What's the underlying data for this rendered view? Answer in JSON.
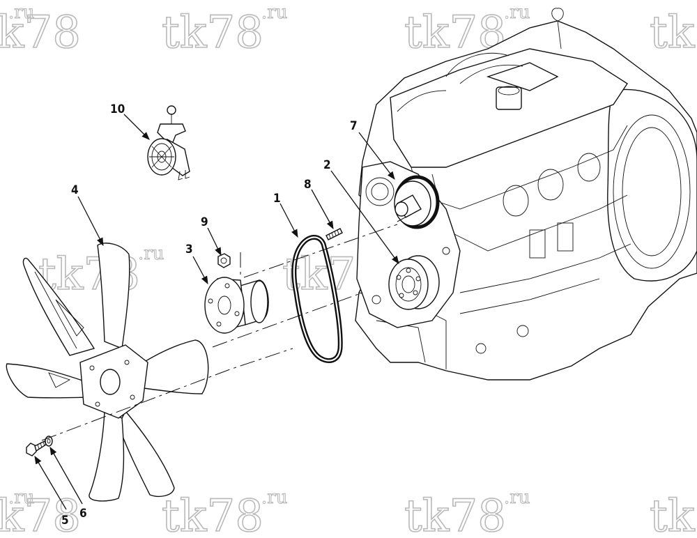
{
  "watermark": {
    "main": "tk78",
    "suffix": ".ru"
  },
  "callouts": [
    {
      "id": "1",
      "label": "1"
    },
    {
      "id": "2",
      "label": "2"
    },
    {
      "id": "3",
      "label": "3"
    },
    {
      "id": "4",
      "label": "4"
    },
    {
      "id": "5",
      "label": "5"
    },
    {
      "id": "6",
      "label": "6"
    },
    {
      "id": "7",
      "label": "7"
    },
    {
      "id": "8",
      "label": "8"
    },
    {
      "id": "9",
      "label": "9"
    },
    {
      "id": "10",
      "label": "10"
    }
  ],
  "colors": {
    "line": "#111111",
    "watermark": "#b9b9b9",
    "background": "#ffffff"
  }
}
